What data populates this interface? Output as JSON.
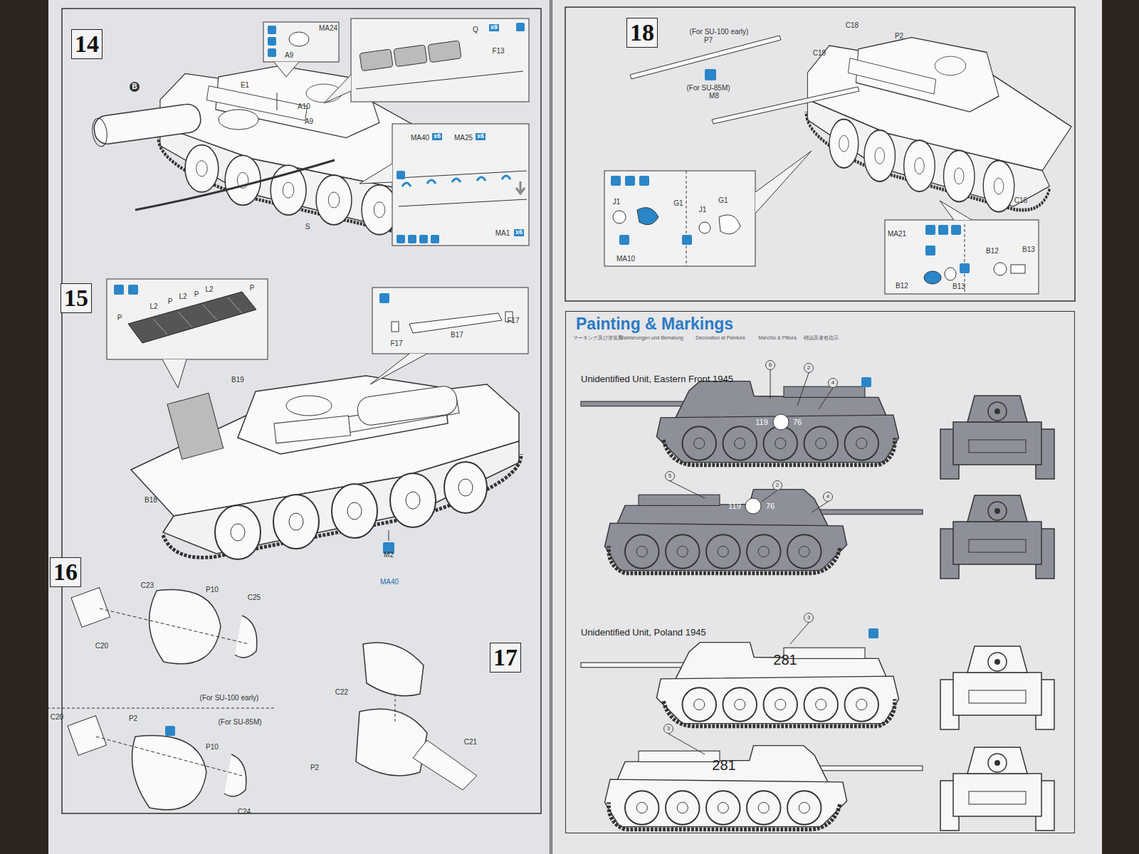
{
  "diagram": {
    "title": "Painting & Markings",
    "nodes": [
      {
        "text": [
          "14"
        ]
      },
      {
        "text": [
          "15"
        ]
      },
      {
        "text": [
          "16"
        ]
      },
      {
        "text": [
          "17"
        ]
      },
      {
        "text": [
          "18"
        ]
      },
      {
        "text": [
          "Painting & Markings"
        ]
      }
    ],
    "labels": [
      "MA24",
      "A9",
      "Q",
      "x9",
      "F13",
      "E1",
      "A10",
      "A9",
      "B",
      "MA40",
      "x6",
      "MA25",
      "x6",
      "MA1",
      "x6",
      "S",
      "L2",
      "P",
      "L2",
      "P",
      "L2",
      "P",
      "P",
      "F17",
      "B17",
      "F17",
      "B19",
      "B18",
      "M2",
      "MA40",
      "C23",
      "P10",
      "C25",
      "C20",
      "(For SU-100 early)",
      "C20",
      "P2",
      "P10",
      "(For SU-85M)",
      "C24",
      "C22",
      "C21",
      "P2",
      "(For SU-100 early)",
      "P7",
      "(For SU-85M)",
      "M8",
      "C18",
      "P2",
      "C19",
      "C16",
      "J1",
      "G1",
      "MA10",
      "J1",
      "G1",
      "MA21",
      "B12",
      "B13",
      "B12",
      "B13",
      "マーキング及び塗装図",
      "Markierungen und Bemalung",
      "Décoration et Peinture",
      "Marchio & Pittura",
      "標誌及著色指示",
      "Unidentified Unit, Eastern Front 1945",
      "6",
      "2",
      "4",
      "119",
      "76",
      "5",
      "2",
      "4",
      "119",
      "76",
      "Unidentified Unit, Poland 1945",
      "3",
      "281",
      "3",
      "281"
    ]
  }
}
